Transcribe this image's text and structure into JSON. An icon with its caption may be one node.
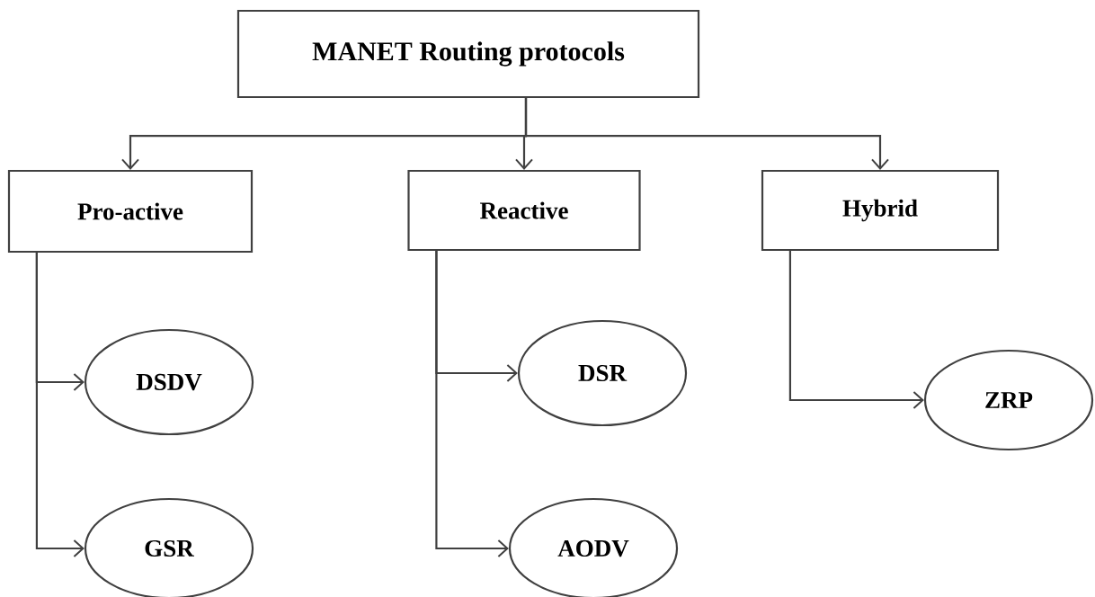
{
  "diagram": {
    "nodes": [
      {
        "text": [
          "MANET Routing protocols"
        ]
      },
      {
        "text": [
          "Pro-active"
        ]
      },
      {
        "text": [
          "Reactive"
        ]
      },
      {
        "text": [
          "Hybrid"
        ]
      },
      {
        "text": [
          "DSDV"
        ]
      },
      {
        "text": [
          "GSR"
        ]
      },
      {
        "text": [
          "DSR"
        ]
      },
      {
        "text": [
          "AODV"
        ]
      },
      {
        "text": [
          "ZRP"
        ]
      }
    ],
    "edges": [
      {
        "from": 0,
        "to": 1,
        "arrow": "to"
      },
      {
        "from": 0,
        "to": 2,
        "arrow": "to"
      },
      {
        "from": 0,
        "to": 3,
        "arrow": "to"
      },
      {
        "from": 1,
        "to": 4,
        "arrow": "to"
      },
      {
        "from": 1,
        "to": 5,
        "arrow": "to"
      },
      {
        "from": 2,
        "to": 6,
        "arrow": "to"
      },
      {
        "from": 2,
        "to": 7,
        "arrow": "to"
      },
      {
        "from": 3,
        "to": 8,
        "arrow": "to"
      }
    ]
  }
}
